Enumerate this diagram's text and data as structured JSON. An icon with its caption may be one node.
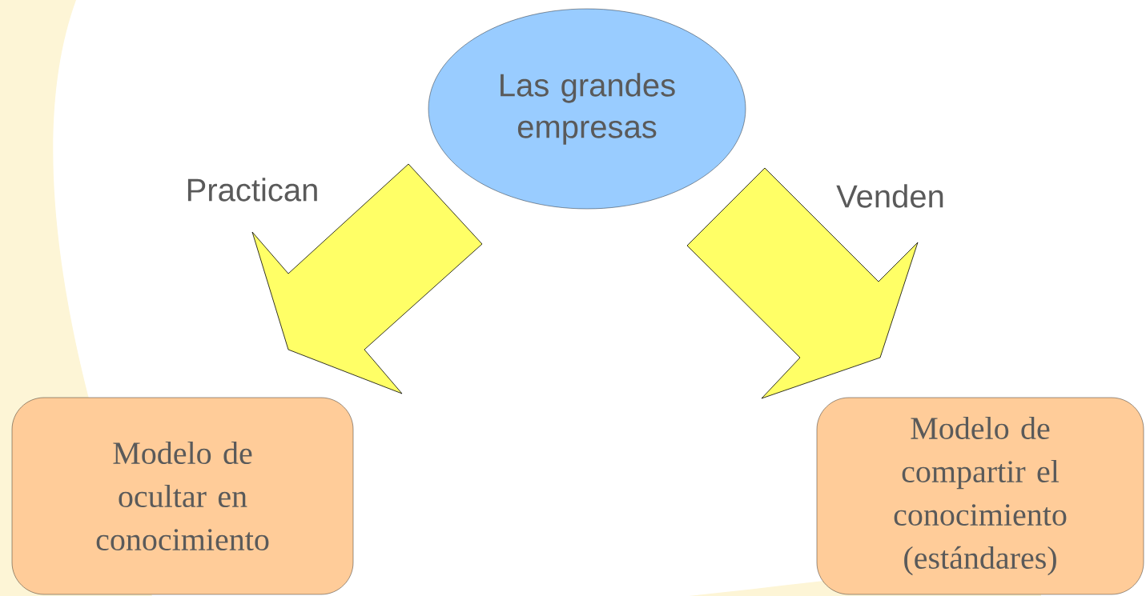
{
  "diagram": {
    "nodes": [
      {
        "text": [
          "Las grandes empresas"
        ]
      },
      {
        "text": [
          "Modelo de ocultar en conocimiento"
        ]
      },
      {
        "text": [
          "Modelo de compartir el conocimiento (estándares)"
        ]
      }
    ],
    "edges": [
      {
        "from": 0,
        "to": 1,
        "arrow": "to",
        "label": "Practican"
      },
      {
        "from": 0,
        "to": 2,
        "arrow": "to",
        "label": "Venden"
      }
    ]
  }
}
